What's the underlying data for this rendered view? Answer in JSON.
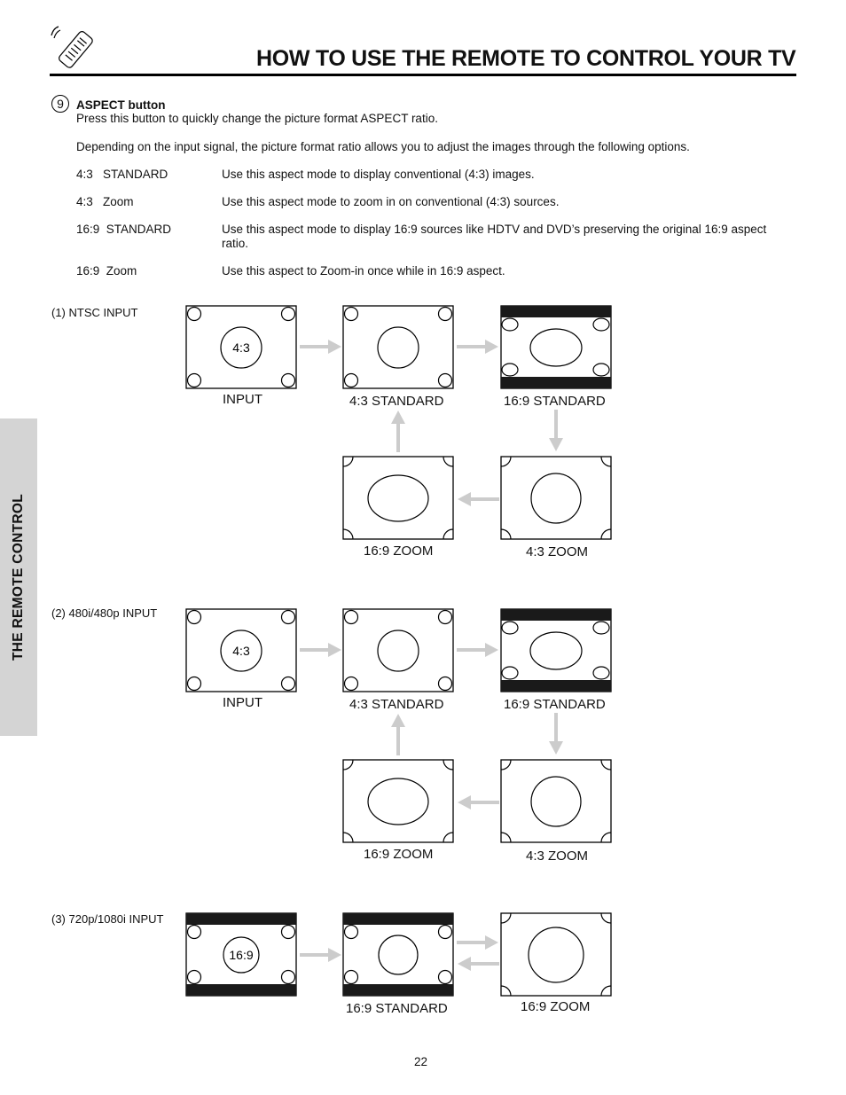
{
  "header": {
    "title": "HOW TO USE THE REMOTE TO CONTROL YOUR TV",
    "icon": "remote-control-icon"
  },
  "side_tab": {
    "label": "THE REMOTE CONTROL"
  },
  "section": {
    "number": "9",
    "heading": "ASPECT button",
    "line1": "Press this button to quickly change the picture format ASPECT ratio.",
    "line2": "Depending on the input signal, the picture format ratio allows you to adjust the images through the following options.",
    "options": [
      {
        "mode": "4:3   STANDARD",
        "desc": "Use this aspect mode to display conventional (4:3) images."
      },
      {
        "mode": "4:3   Zoom",
        "desc": "Use this aspect mode to zoom in on conventional (4:3) sources."
      },
      {
        "mode": "16:9  STANDARD",
        "desc": "Use this aspect mode to display 16:9 sources like HDTV and DVD’s preserving the original 16:9 aspect ratio."
      },
      {
        "mode": "16:9  Zoom",
        "desc": "Use this aspect to Zoom-in once while in 16:9 aspect."
      }
    ]
  },
  "diagrams": {
    "d1": {
      "label": "(1)  NTSC INPUT",
      "input_text": "4:3",
      "labels": {
        "input": "INPUT",
        "std43": "4:3 STANDARD",
        "std169": "16:9 STANDARD",
        "zoom169": "16:9 ZOOM",
        "zoom43": "4:3 ZOOM"
      }
    },
    "d2": {
      "label": "(2)  480i/480p INPUT",
      "input_text": "4:3",
      "labels": {
        "input": "INPUT",
        "std43": "4:3 STANDARD",
        "std169": "16:9 STANDARD",
        "zoom169": "16:9 ZOOM",
        "zoom43": "4:3 ZOOM"
      }
    },
    "d3": {
      "label": "(3)  720p/1080i INPUT",
      "input_text": "16:9",
      "labels": {
        "std169": "16:9 STANDARD",
        "zoom169": "16:9 ZOOM"
      }
    }
  },
  "footer": {
    "page_number": "22"
  },
  "colors": {
    "arrow": "#cccccc",
    "bar": "#1a1a1a",
    "tab": "#d4d4d4"
  }
}
